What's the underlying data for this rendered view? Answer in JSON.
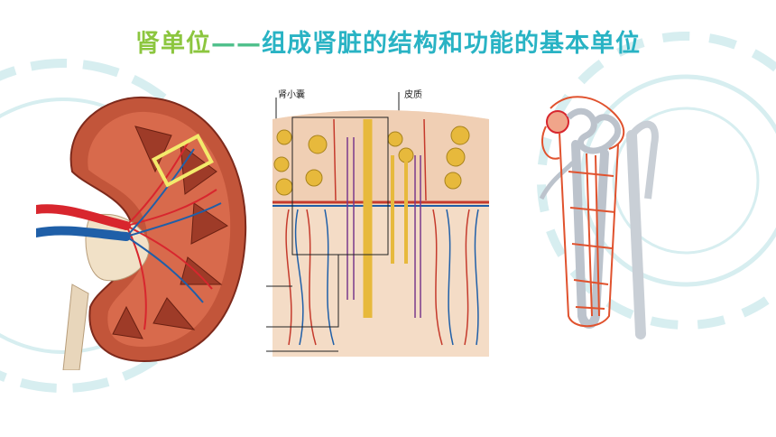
{
  "title": {
    "part1": "肾单位",
    "part2": "——",
    "part3": "组成肾脏的结构和功能的基本单位"
  },
  "middle_diagram": {
    "label_capsule": "肾小囊",
    "label_cortex": "皮质"
  },
  "colors": {
    "title_green": "#8cc63f",
    "title_teal": "#29b3c4",
    "artery_red": "#d8262e",
    "vein_blue": "#1f5fa8",
    "kidney_brown": "#b84a32",
    "highlight_yellow": "#f3ea6b"
  }
}
